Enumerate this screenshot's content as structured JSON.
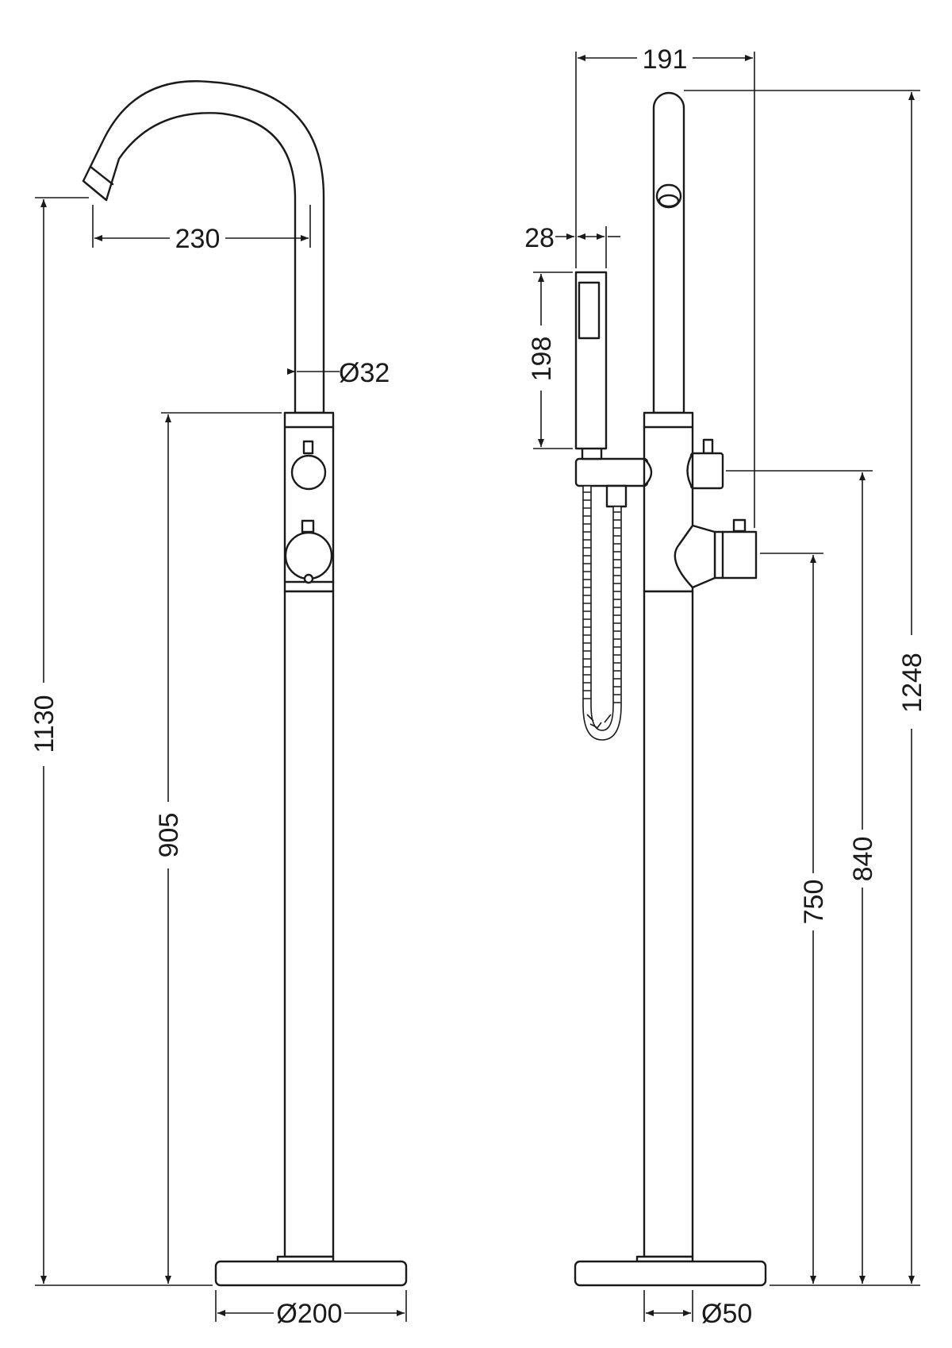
{
  "dimensions": {
    "left_view": {
      "spout_reach": "230",
      "spout_diameter": "Ø32",
      "total_height": "1130",
      "body_height": "905",
      "base_diameter": "Ø200"
    },
    "right_view": {
      "overall_width": "191",
      "handset_width": "28",
      "handset_length": "198",
      "total_height": "1248",
      "upper_control_height": "840",
      "lower_control_height": "750",
      "pipe_diameter": "Ø50"
    }
  },
  "colors": {
    "line": "#1a1a1a",
    "background": "#ffffff"
  }
}
